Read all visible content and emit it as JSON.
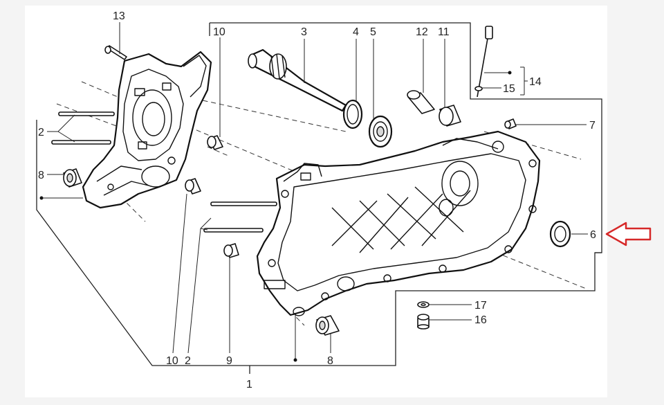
{
  "callouts": {
    "c1": "1",
    "c2_left": "2",
    "c2_bottom": "2",
    "c3": "3",
    "c4": "4",
    "c5": "5",
    "c6": "6",
    "c7": "7",
    "c8_left": "8",
    "c8_bottom": "8",
    "c9": "9",
    "c10_top": "10",
    "c10_bottom": "10",
    "c11": "11",
    "c12": "12",
    "c13": "13",
    "c14": "14",
    "c15": "15",
    "c16": "16",
    "c17": "17"
  },
  "colors": {
    "arrow": "#d62828",
    "ink": "#111111",
    "paper": "#ffffff",
    "background": "#f4f4f4"
  },
  "highlight": {
    "target_part": "6",
    "icon": "red-outline-arrow-icon"
  }
}
